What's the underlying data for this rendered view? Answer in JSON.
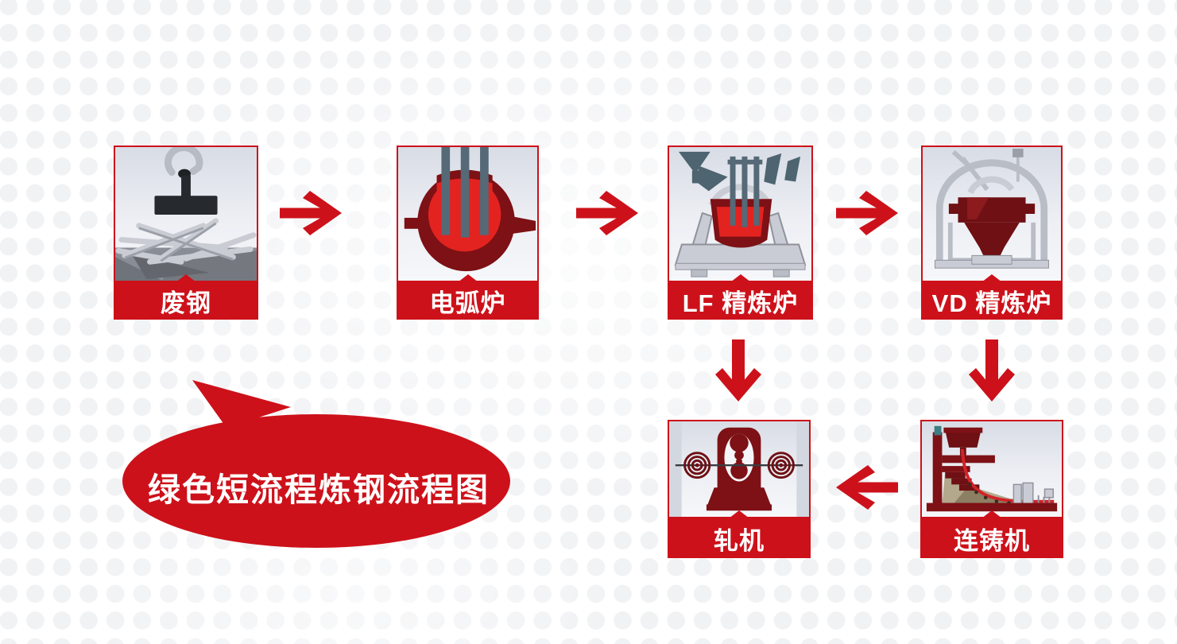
{
  "page": {
    "background": "#ffffff",
    "pattern": "halftone-dot-grid",
    "pattern_dot_color": "#f1f2f4"
  },
  "colors": {
    "accent_red": "#cd111a",
    "dark_maroon": "#7d1115",
    "bright_red": "#e32320",
    "electrode_slate": "#556977",
    "machine_gray": "#c9ccd4",
    "label_text": "#ffffff"
  },
  "title_bubble": {
    "text": "绿色短流程炼钢流程图",
    "shape": "speech-bubble-ellipse",
    "tail_direction": "top-left"
  },
  "steps": [
    {
      "id": "scrap-steel",
      "label": "废钢",
      "icon": "scrap-steel-icon",
      "row": 1
    },
    {
      "id": "eaf",
      "label": "电弧炉",
      "icon": "electric-arc-furnace-icon",
      "row": 1
    },
    {
      "id": "lf",
      "label": "LF 精炼炉",
      "icon": "lf-refining-furnace-icon",
      "row": 1
    },
    {
      "id": "vd",
      "label": "VD 精炼炉",
      "icon": "vd-refining-furnace-icon",
      "row": 1
    },
    {
      "id": "rolling-mill",
      "label": "轧机",
      "icon": "rolling-mill-icon",
      "row": 2
    },
    {
      "id": "caster",
      "label": "连铸机",
      "icon": "continuous-caster-icon",
      "row": 2
    }
  ],
  "flows": [
    {
      "from": "废钢",
      "to": "电弧炉",
      "direction": "right"
    },
    {
      "from": "电弧炉",
      "to": "LF 精炼炉",
      "direction": "right"
    },
    {
      "from": "LF 精炼炉",
      "to": "VD 精炼炉",
      "direction": "right"
    },
    {
      "from": "LF 精炼炉",
      "to": "轧机",
      "direction": "down"
    },
    {
      "from": "VD 精炼炉",
      "to": "连铸机",
      "direction": "down"
    },
    {
      "from": "连铸机",
      "to": "轧机",
      "direction": "left"
    }
  ]
}
